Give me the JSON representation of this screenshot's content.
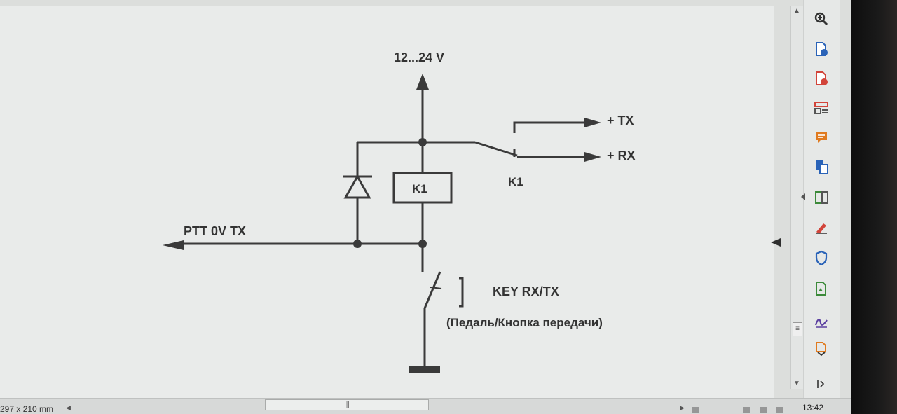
{
  "diagram": {
    "supply_label": "12...24 V",
    "tx_label": "+ TX",
    "rx_label": "+ RX",
    "relay_label": "K1",
    "contact_label": "K1",
    "ptt_label": "PTT 0V TX",
    "key_label": "KEY RX/TX",
    "key_sublabel": "(Педаль/Кнопка передачи)"
  },
  "status_bar": {
    "page_size": "297 x 210 mm",
    "clock": "13:42"
  },
  "toolbar": {
    "tools": [
      "zoom-icon",
      "export-pdf-icon",
      "create-pdf-icon",
      "organize-pages-icon",
      "comment-icon",
      "combine-files-icon",
      "compare-icon",
      "fill-sign-icon",
      "protect-icon",
      "enhance-scan-icon",
      "request-signature-icon",
      "more-tools-icon"
    ]
  },
  "colors": {
    "line": "#3a3a3a",
    "page": "#e9ebea",
    "accent_red": "#d2443a",
    "accent_blue": "#2a63b8",
    "accent_orange": "#e07a1f",
    "accent_green": "#3c8a3a",
    "accent_purple": "#5b3fa0"
  }
}
